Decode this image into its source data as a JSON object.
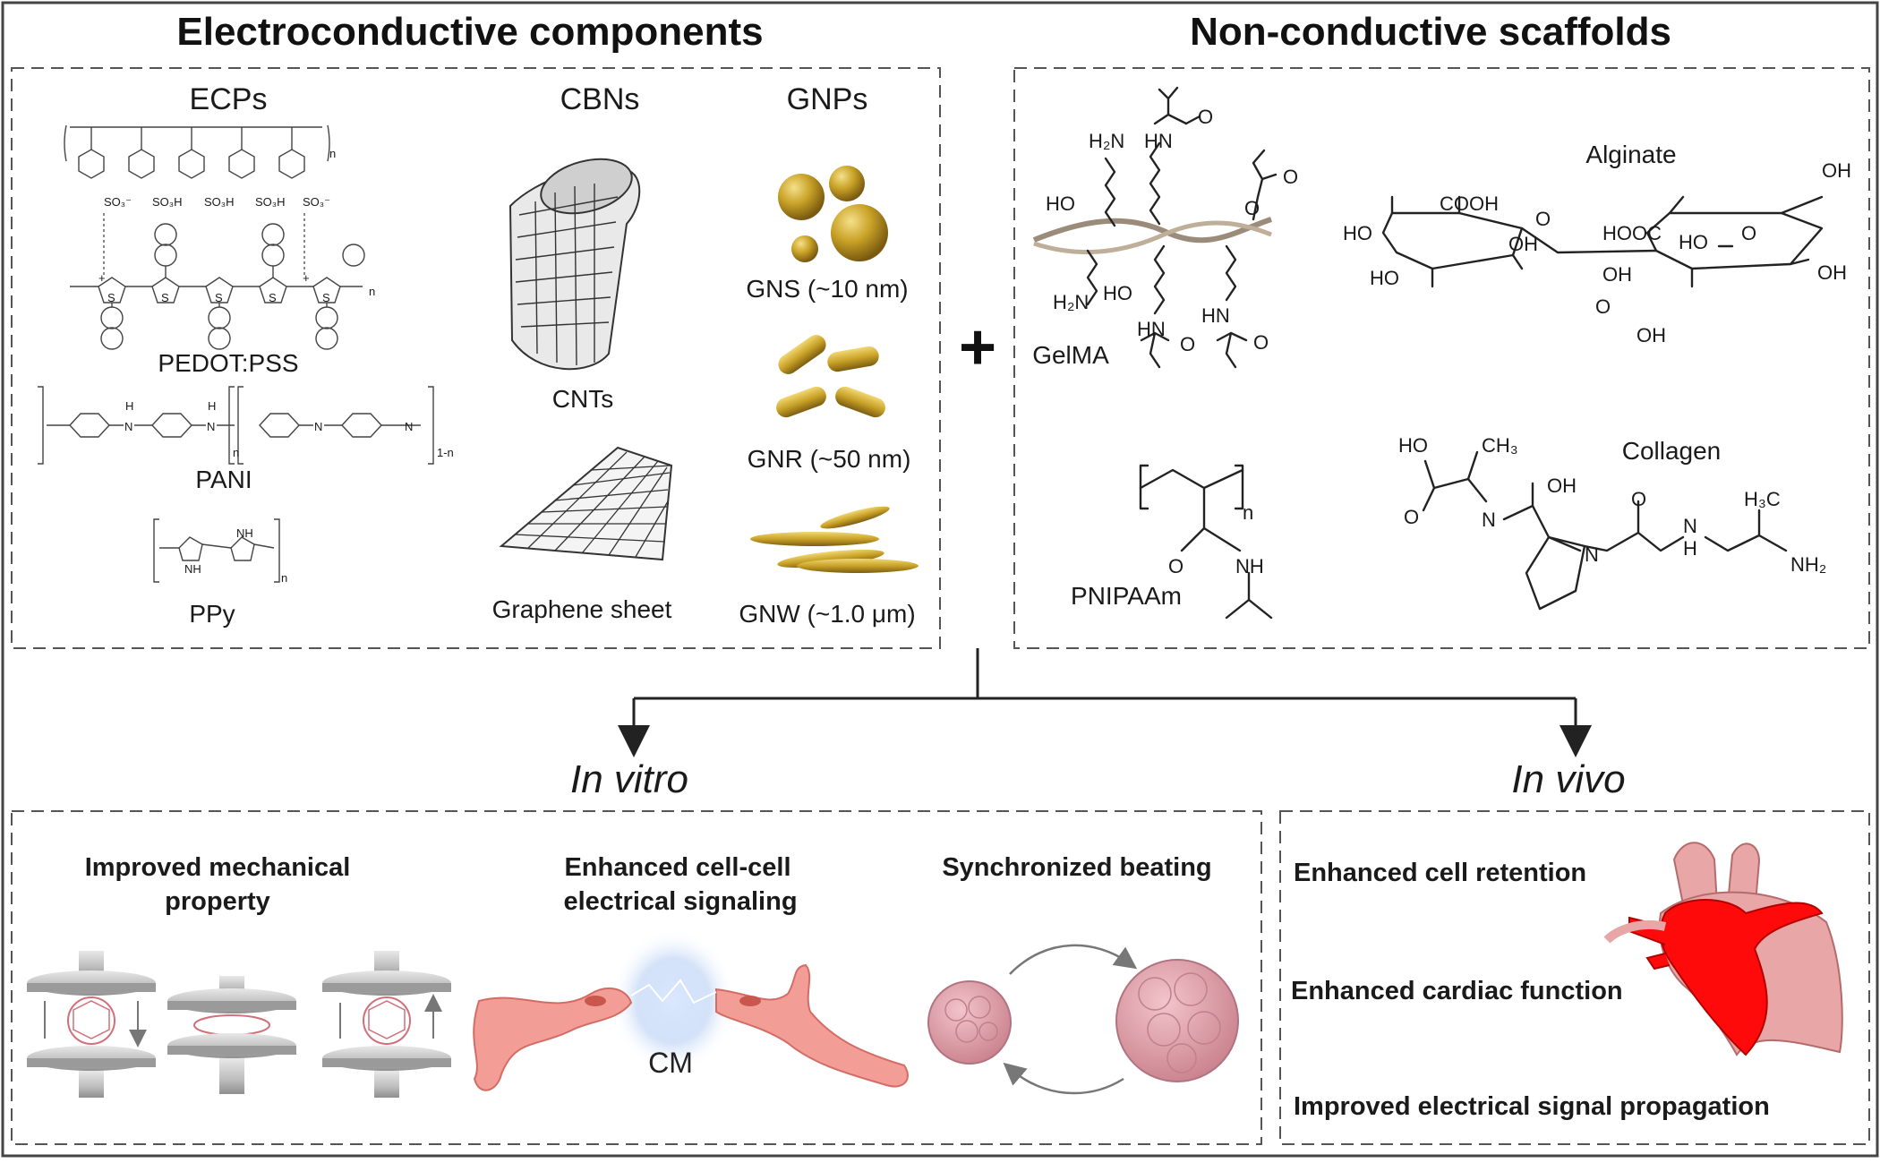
{
  "titles": {
    "left": "Electroconductive components",
    "right": "Non-conductive scaffolds"
  },
  "sections": {
    "ecps": "ECPs",
    "cbns": "CBNs",
    "gnps": "GNPs"
  },
  "materials": {
    "pedot": "PEDOT:PSS",
    "pani": "PANI",
    "ppy": "PPy",
    "cnts": "CNTs",
    "graphene": "Graphene sheet",
    "gns": "GNS (~10 nm)",
    "gnr": "GNR (~50 nm)",
    "gnw": "GNW (~1.0 μm)"
  },
  "scaffolds": {
    "gelma": "GelMA",
    "alginate": "Alginate",
    "pnipaam": "PNIPAAm",
    "collagen": "Collagen"
  },
  "chem_labels": {
    "h2n": "H₂N",
    "hn": "HN",
    "o": "O",
    "ho": "HO",
    "oh": "OH",
    "cooh": "COOH",
    "hooc": "HOOC",
    "nh": "NH",
    "n": "N",
    "h": "H",
    "nh2": "NH₂",
    "ch3": "CH₃",
    "h3c": "H₃C",
    "sub_n": "n",
    "sub_1n": "1-n",
    "so3": "SO₃⁻",
    "so3h": "SO₃H",
    "s": "S",
    "plus": "+"
  },
  "plus_sign": "+",
  "outcomes": {
    "in_vitro": "In vitro",
    "in_vivo": "In vivo"
  },
  "in_vitro_items": {
    "mech": [
      "Improved mechanical",
      "property"
    ],
    "signal": [
      "Enhanced cell-cell",
      "electrical signaling"
    ],
    "sync": "Synchronized beating",
    "cm": "CM"
  },
  "in_vivo_items": [
    "Enhanced cell retention",
    "Enhanced cardiac function",
    "Improved electrical signal propagation"
  ],
  "colors": {
    "gold": "#c9a227",
    "heart_red": "#ff0a0a",
    "heart_pink": "#e8a6a6",
    "cell_pink": "#f29d95",
    "spheroid": "#e2a4ad",
    "border": "#555555"
  },
  "icons": [
    "plus-icon",
    "arrow-down-icon",
    "heart-icon",
    "compression-device-icon",
    "fullerene-icon",
    "cardiomyocyte-icon",
    "spheroid-icon",
    "gold-nanosphere-icon",
    "gold-nanorod-icon",
    "gold-nanowire-icon",
    "nanotube-icon",
    "graphene-icon"
  ]
}
